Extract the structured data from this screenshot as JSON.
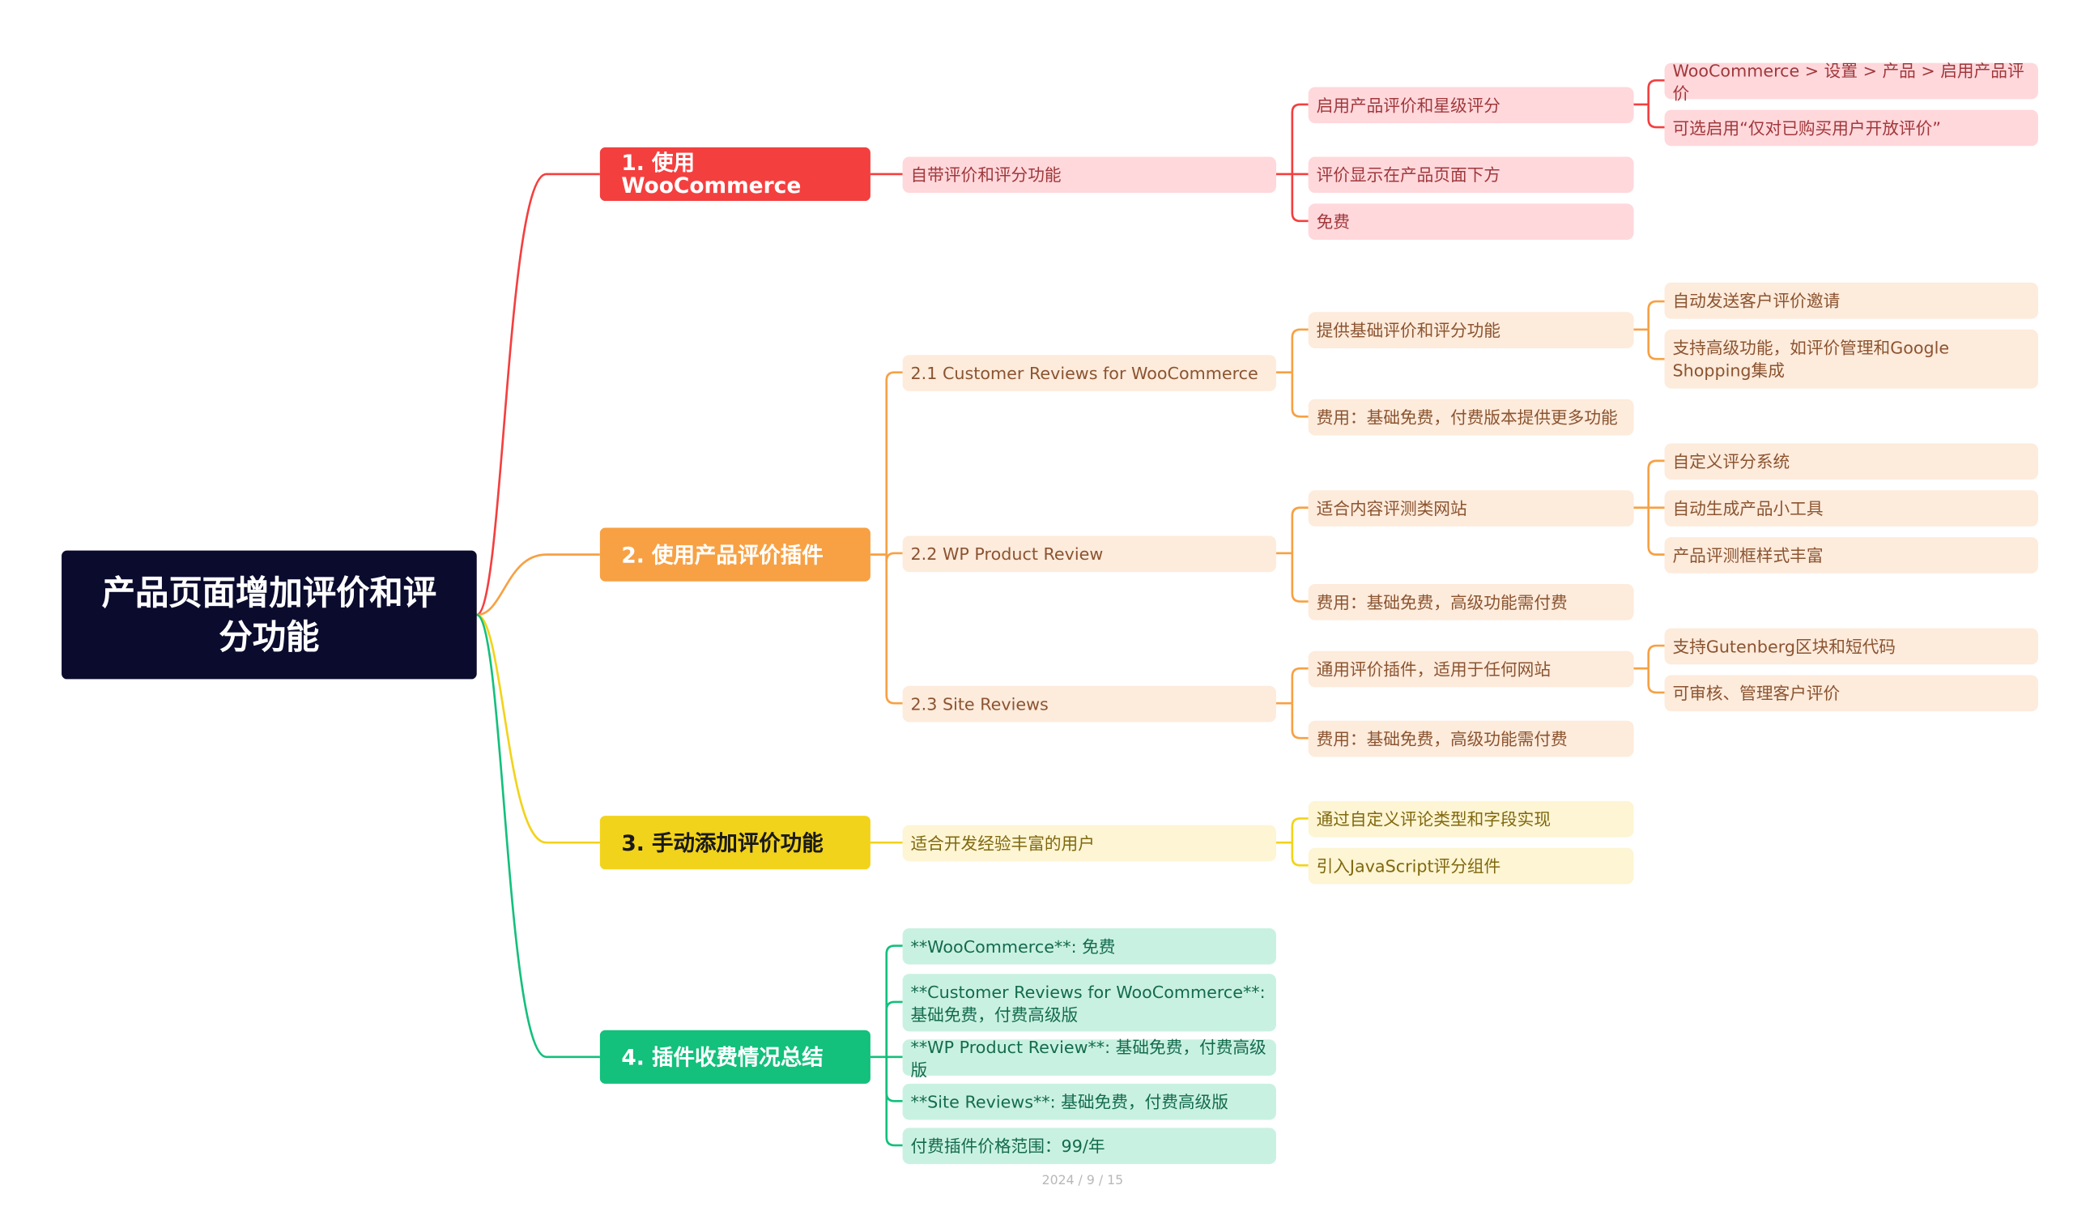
{
  "root": {
    "title": "产品页面增加评价和评分功能"
  },
  "colors": {
    "branch1": "#f43f3f",
    "branch2": "#f7a144",
    "branch3": "#f2d31b",
    "branch4": "#13c07c",
    "root": "#0b0b2e"
  },
  "branches": [
    {
      "title": "1. 使用WooCommerce",
      "children": [
        {
          "text": "自带评价和评分功能",
          "children": [
            {
              "text": "启用产品评价和星级评分",
              "children": [
                {
                  "text": "WooCommerce > 设置 > 产品 > 启用产品评价"
                },
                {
                  "text": "可选启用“仅对已购买用户开放评价”"
                }
              ]
            },
            {
              "text": "评价显示在产品页面下方"
            },
            {
              "text": "免费"
            }
          ]
        }
      ]
    },
    {
      "title": "2. 使用产品评价插件",
      "children": [
        {
          "text": "2.1 Customer Reviews for WooCommerce",
          "children": [
            {
              "text": "提供基础评价和评分功能",
              "children": [
                {
                  "text": "自动发送客户评价邀请"
                },
                {
                  "text": "支持高级功能，如评价管理和Google Shopping集成"
                }
              ]
            },
            {
              "text": "费用：基础免费，付费版本提供更多功能"
            }
          ]
        },
        {
          "text": "2.2 WP Product Review",
          "children": [
            {
              "text": "适合内容评测类网站",
              "children": [
                {
                  "text": "自定义评分系统"
                },
                {
                  "text": "自动生成产品小工具"
                },
                {
                  "text": "产品评测框样式丰富"
                }
              ]
            },
            {
              "text": "费用：基础免费，高级功能需付费"
            }
          ]
        },
        {
          "text": "2.3 Site Reviews",
          "children": [
            {
              "text": "通用评价插件，适用于任何网站",
              "children": [
                {
                  "text": "支持Gutenberg区块和短代码"
                },
                {
                  "text": "可审核、管理客户评价"
                }
              ]
            },
            {
              "text": "费用：基础免费，高级功能需付费"
            }
          ]
        }
      ]
    },
    {
      "title": "3. 手动添加评价功能",
      "children": [
        {
          "text": "适合开发经验丰富的用户",
          "children": [
            {
              "text": "通过自定义评论类型和字段实现"
            },
            {
              "text": "引入JavaScript评分组件"
            }
          ]
        }
      ]
    },
    {
      "title": "4. 插件收费情况总结",
      "children": [
        {
          "text": "**WooCommerce**: 免费"
        },
        {
          "text": "**Customer Reviews for WooCommerce**: 基础免费，付费高级版"
        },
        {
          "text": "**WP Product Review**: 基础免费，付费高级版"
        },
        {
          "text": "**Site Reviews**: 基础免费，付费高级版"
        },
        {
          "text": "付费插件价格范围：99/年"
        }
      ]
    }
  ],
  "footer": {
    "date": "2024 / 9 / 15"
  }
}
